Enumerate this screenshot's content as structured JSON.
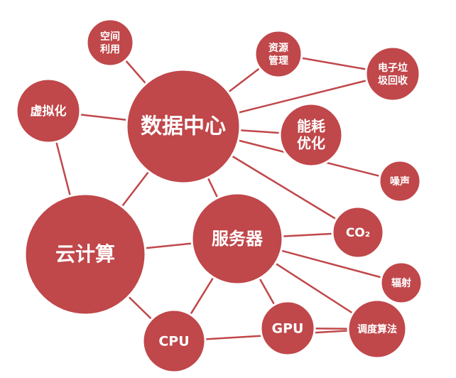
{
  "colors": {
    "node_fill": "#c0474a",
    "node_stroke": "#ffffff",
    "edge": "#c0474a",
    "label": "#ffffff",
    "background": "#ffffff"
  },
  "nodes": [
    {
      "id": "datacenter",
      "lines": [
        "数据中心"
      ]
    },
    {
      "id": "space",
      "lines": [
        "空间",
        "利用"
      ]
    },
    {
      "id": "resource",
      "lines": [
        "资源",
        "管理"
      ]
    },
    {
      "id": "ewaste",
      "lines": [
        "电子垃",
        "圾回收"
      ]
    },
    {
      "id": "virtual",
      "lines": [
        "虚拟化"
      ]
    },
    {
      "id": "energy",
      "lines": [
        "能耗",
        "优化"
      ]
    },
    {
      "id": "noise",
      "lines": [
        "噪声"
      ]
    },
    {
      "id": "cloud",
      "lines": [
        "云计算"
      ]
    },
    {
      "id": "server",
      "lines": [
        "服务器"
      ]
    },
    {
      "id": "co2",
      "lines": [
        "CO₂"
      ]
    },
    {
      "id": "radiation",
      "lines": [
        "辐射"
      ]
    },
    {
      "id": "gpu",
      "lines": [
        "GPU"
      ]
    },
    {
      "id": "scheduling",
      "lines": [
        "调度算法"
      ]
    },
    {
      "id": "cpu",
      "lines": [
        "CPU"
      ]
    }
  ],
  "edges": [
    [
      "datacenter",
      "space"
    ],
    [
      "datacenter",
      "resource"
    ],
    [
      "datacenter",
      "ewaste"
    ],
    [
      "resource",
      "ewaste"
    ],
    [
      "datacenter",
      "virtual"
    ],
    [
      "datacenter",
      "energy"
    ],
    [
      "datacenter",
      "noise"
    ],
    [
      "datacenter",
      "co2"
    ],
    [
      "datacenter",
      "cloud"
    ],
    [
      "datacenter",
      "server"
    ],
    [
      "virtual",
      "cloud"
    ],
    [
      "cloud",
      "server"
    ],
    [
      "cloud",
      "cpu"
    ],
    [
      "server",
      "co2"
    ],
    [
      "server",
      "radiation"
    ],
    [
      "server",
      "scheduling"
    ],
    [
      "server",
      "gpu"
    ],
    [
      "server",
      "cpu"
    ],
    [
      "gpu",
      "scheduling"
    ],
    [
      "cpu",
      "scheduling"
    ]
  ]
}
